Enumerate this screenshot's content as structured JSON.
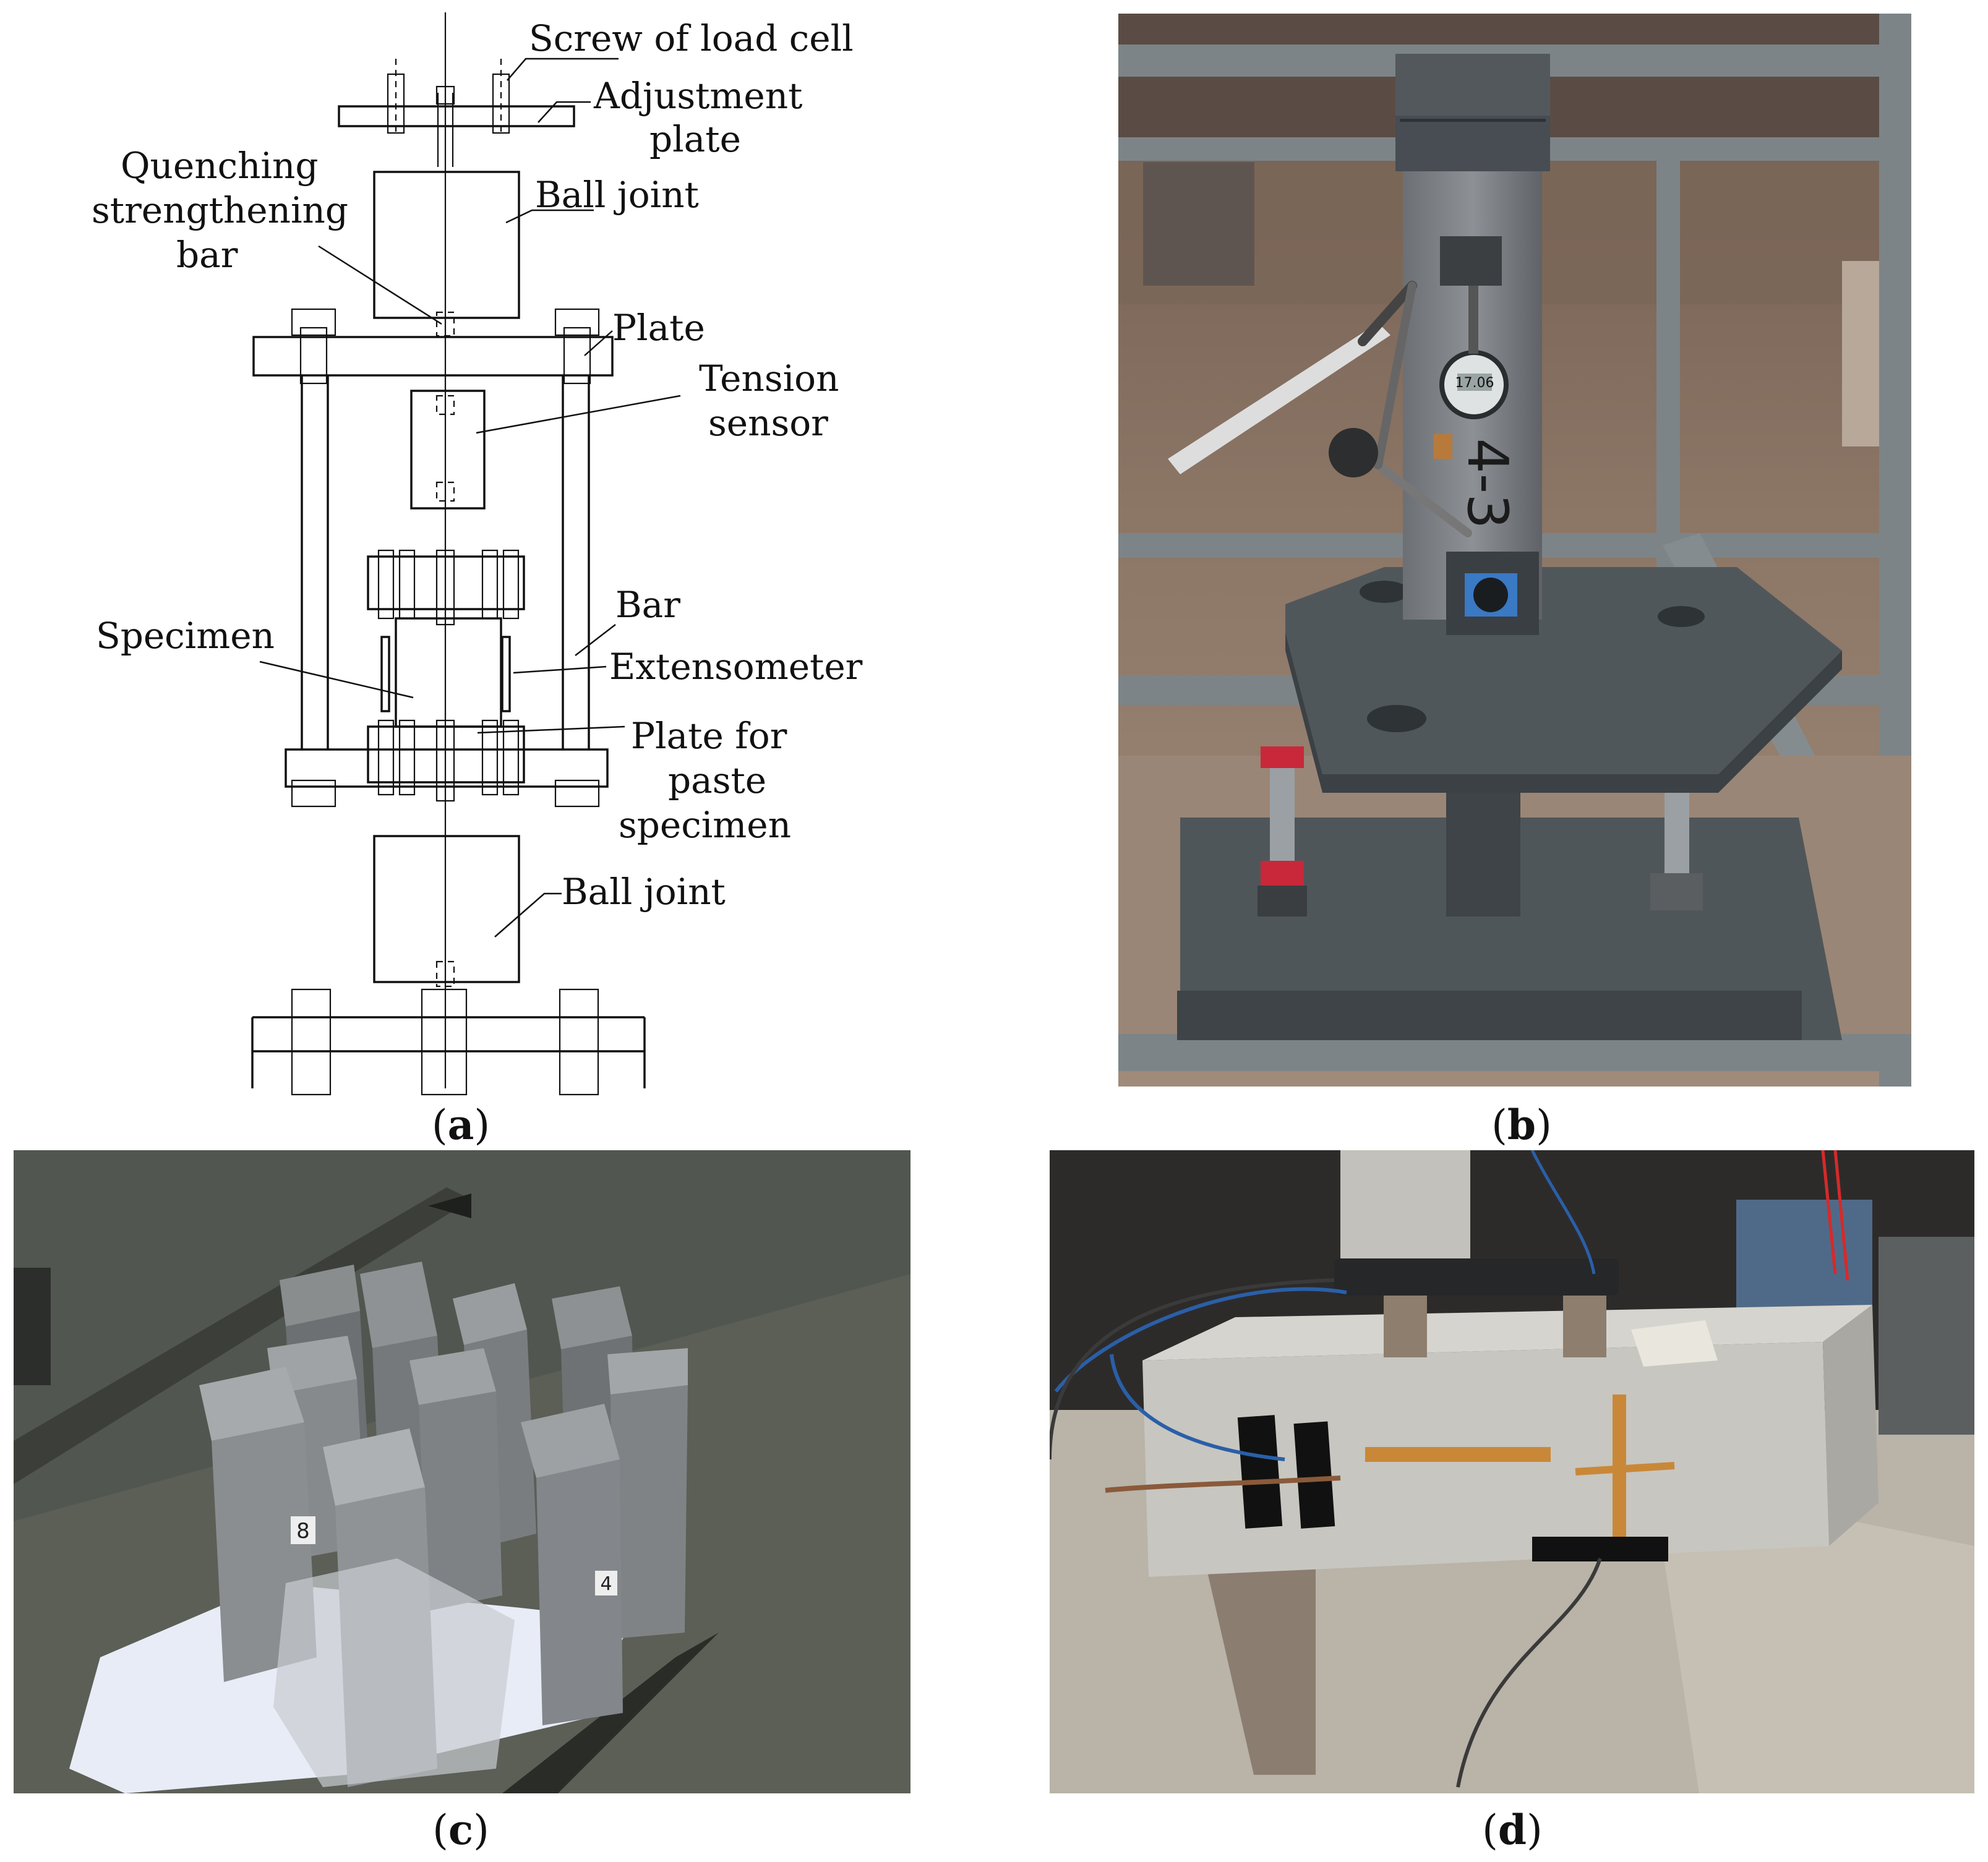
{
  "figure": {
    "panels": [
      {
        "id": "a",
        "caption": "a"
      },
      {
        "id": "b",
        "caption": "b"
      },
      {
        "id": "c",
        "caption": "c"
      },
      {
        "id": "d",
        "caption": "d"
      }
    ],
    "schematic_labels": {
      "screw_load_cell": "Screw of load cell",
      "adjustment_plate_1": "Adjustment",
      "adjustment_plate_2": "plate",
      "quenching_1": "Quenching",
      "quenching_2": "strengthening",
      "quenching_3": "bar",
      "ball_joint_top": "Ball joint",
      "plate": "Plate",
      "tension_sensor_1": "Tension",
      "tension_sensor_2": "sensor",
      "bar": "Bar",
      "specimen": "Specimen",
      "extensometer": "Extensometer",
      "plate_paste_1": "Plate for",
      "plate_paste_2": "paste",
      "plate_paste_3": "specimen",
      "ball_joint_bottom": "Ball joint"
    },
    "photo_b": {
      "digits": "17.06",
      "specimen_mark": "4-3"
    },
    "photo_c": {
      "tag_left": "8",
      "tag_right": "4"
    }
  }
}
